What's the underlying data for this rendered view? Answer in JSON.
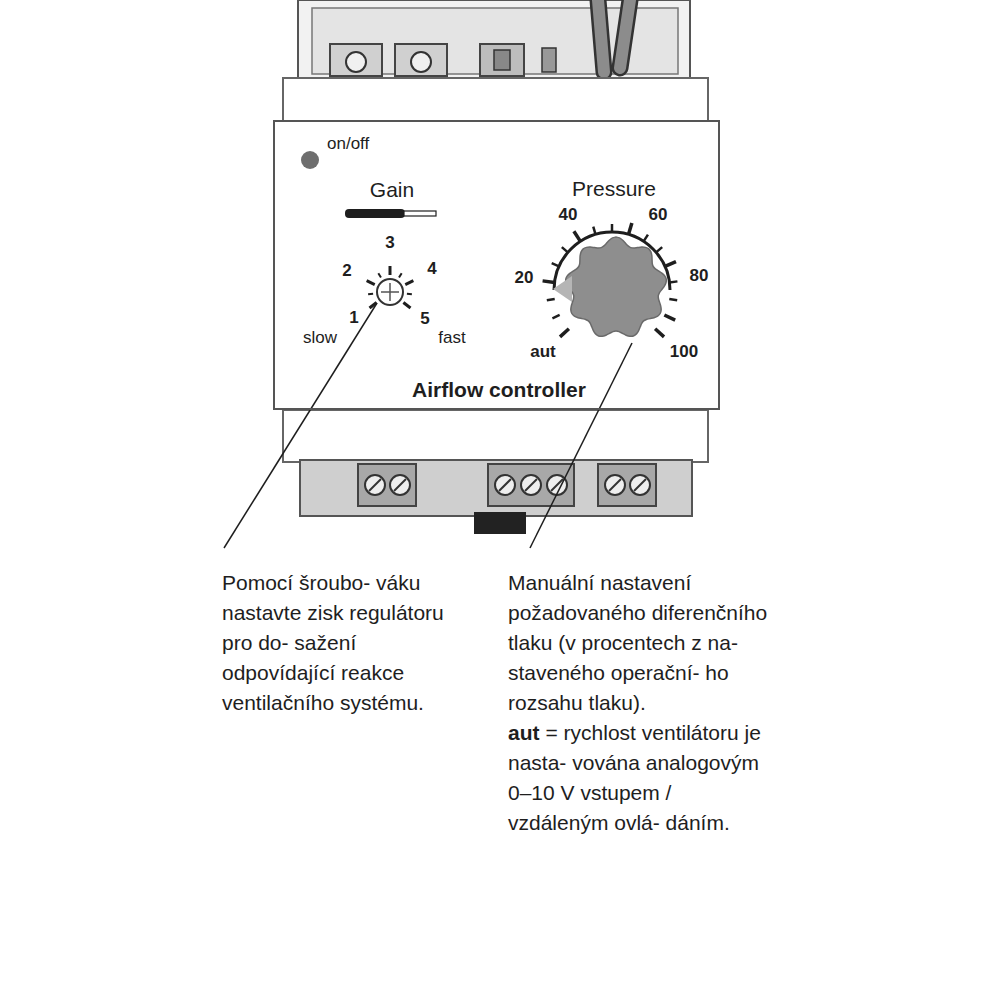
{
  "diagram": {
    "nodes": [
      {
        "text": [
          "on/off",
          "Gain",
          "Pressure",
          "Airflow controller"
        ]
      }
    ],
    "labels": [
      "1",
      "2",
      "3",
      "4",
      "5",
      "slow",
      "fast",
      "20",
      "40",
      "60",
      "80",
      "100",
      "aut",
      "Pomocí šroubo- váku nastavte zisk regulátoru pro do- sažení odpovídající reakce ventilačního systému.",
      "Manuální nastavení požadovaného diferenčního tlaku (v procentech z na- staveného operační- ho rozsahu tlaku).",
      "aut",
      "= rychlost ventilátoru je nasta- vována analogovým 0–10 V vstupem / vzdáleným ovlá- dáním."
    ]
  }
}
